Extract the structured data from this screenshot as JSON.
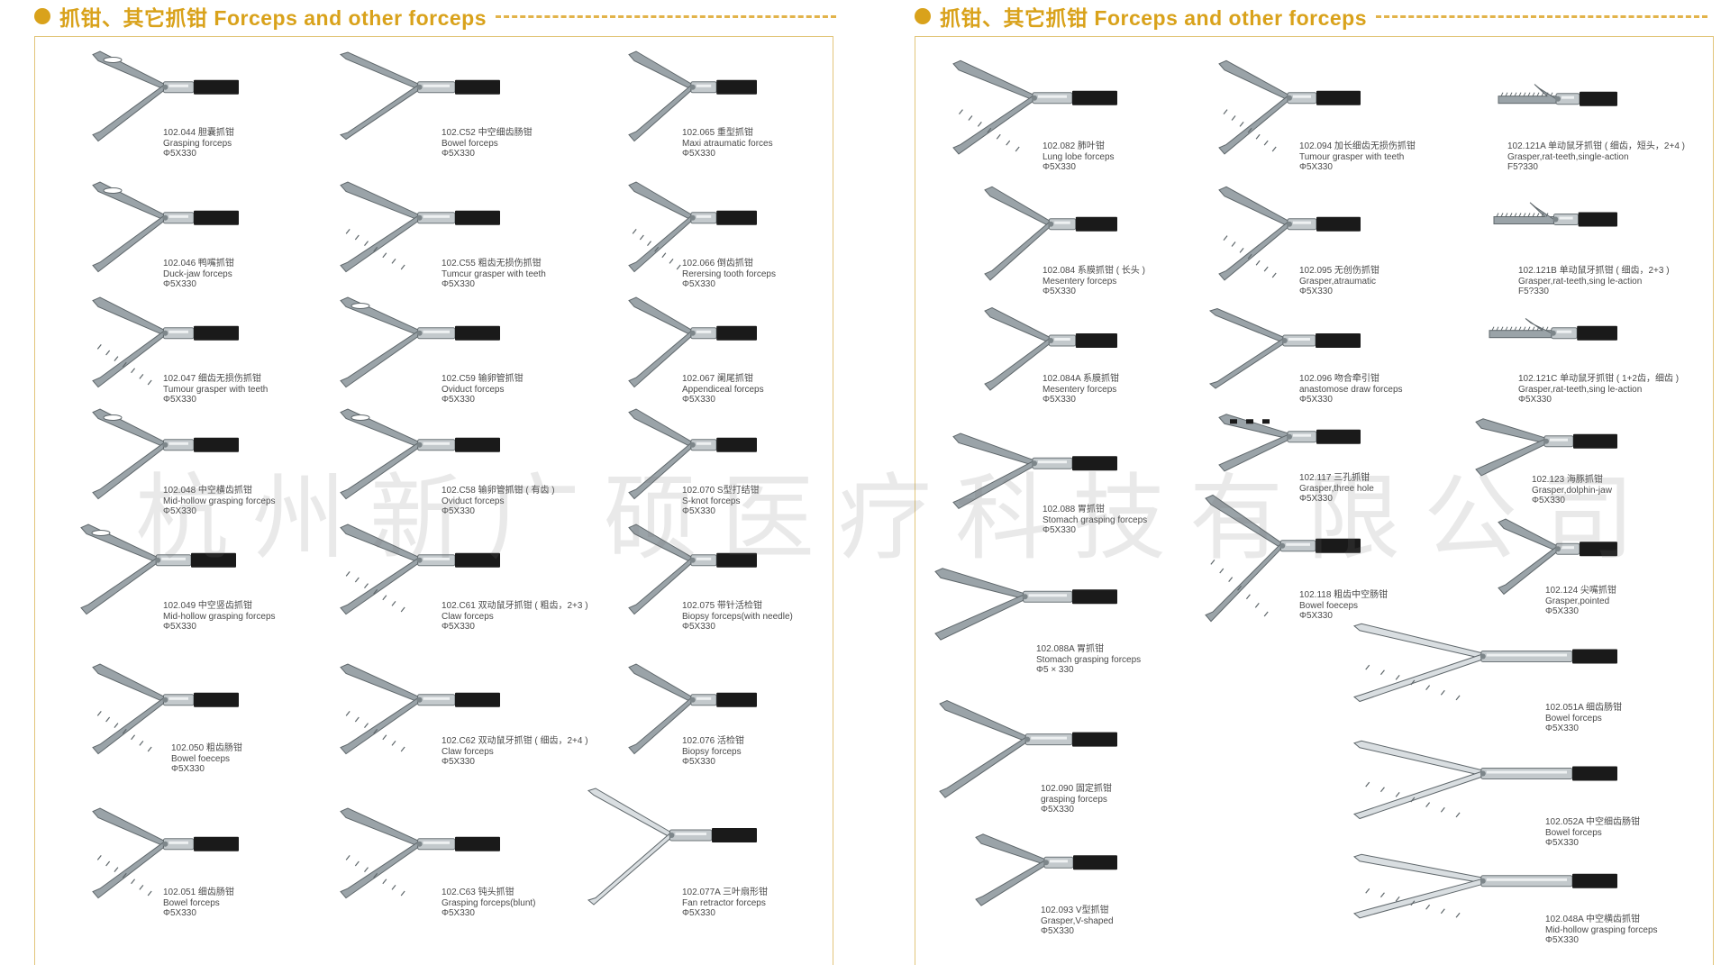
{
  "colors": {
    "accent": "#d9a21b",
    "border": "#e2c57a",
    "steel": "#9aa3a8",
    "handle": "#1a1a1a"
  },
  "header_left": {
    "title": "抓钳、其它抓钳  Forceps and other forceps"
  },
  "header_right": {
    "title": "抓钳、其它抓钳  Forceps and other forceps"
  },
  "watermark": "杭州新广硕医疗科技有限公司",
  "items": [
    {
      "code": "102.044  胆囊抓钳",
      "name": "Grasping forceps",
      "size": "Φ5X330",
      "shape": "fenestrated"
    },
    {
      "code": "102.C52 中空细齿肠钳",
      "name": "Bowel forceps",
      "size": "Φ5X330",
      "shape": "long"
    },
    {
      "code": "102.065   重型抓钳",
      "name": "Maxi atraumatic forces",
      "size": "Φ5X330",
      "shape": "heavy"
    },
    {
      "code": "102.046 鸭嘴抓钳",
      "name": "Duck-jaw forceps",
      "size": "Φ5X330",
      "shape": "duck"
    },
    {
      "code": "102.C55  粗齿无损伤抓钳",
      "name": "Tumcur grasper with teeth",
      "size": "Φ5X330",
      "shape": "teeth"
    },
    {
      "code": "102.066   倒齿抓钳",
      "name": "Rerersing tooth forceps",
      "size": "Φ5X330",
      "shape": "teeth"
    },
    {
      "code": "102.047 细齿无损伤抓钳",
      "name": "Tumour grasper with teeth",
      "size": "Φ5X330",
      "shape": "teeth"
    },
    {
      "code": "102.C59  输卵管抓钳",
      "name": "Oviduct forceps",
      "size": "Φ5X330",
      "shape": "fenestrated"
    },
    {
      "code": "102.067  阑尾抓钳",
      "name": "Appendiceal forceps",
      "size": "Φ5X330",
      "shape": "standard"
    },
    {
      "code": "102.048   中空横齿抓钳",
      "name": "Mid-hollow grasping forceps",
      "size": "Φ5X330",
      "shape": "hollow"
    },
    {
      "code": "102.C58  输卵管抓钳 ( 有齿 )",
      "name": "Oviduct forceps",
      "size": "Φ5X330",
      "shape": "fenestrated"
    },
    {
      "code": "102.070  S型打结钳",
      "name": "S-knot forceps",
      "size": "Φ5X330",
      "shape": "standard"
    },
    {
      "code": "102.049 中空竖齿抓钳",
      "name": "Mid-hollow grasping forceps",
      "size": "Φ5X330",
      "shape": "hollow"
    },
    {
      "code": "102.C61   双动鼠牙抓钳 ( 粗齿，2+3 )",
      "name": "Claw forceps",
      "size": "Φ5X330",
      "shape": "claw"
    },
    {
      "code": "102.075   带针活检钳",
      "name": "Biopsy forceps(with needle)",
      "size": "Φ5X330",
      "shape": "standard"
    },
    {
      "code": "102.050  粗齿肠钳",
      "name": "Bowel foeceps",
      "size": "Φ5X330",
      "shape": "teeth"
    },
    {
      "code": "102.C62   双动鼠牙抓钳 ( 细齿，2+4 )",
      "name": "Claw forceps",
      "size": "Φ5X330",
      "shape": "claw"
    },
    {
      "code": "102.076  活检钳",
      "name": "Biopsy forceps",
      "size": "Φ5X330",
      "shape": "standard"
    },
    {
      "code": "102.051 细齿肠钳",
      "name": "Bowel forceps",
      "size": "Φ5X330",
      "shape": "teeth"
    },
    {
      "code": "102.C63 钝头抓钳",
      "name": "Grasping forceps(blunt)",
      "size": "Φ5X330",
      "shape": "teeth"
    },
    {
      "code": "102.077A  三叶扇形钳",
      "name": "Fan retractor forceps",
      "size": "Φ5X330",
      "shape": "fan"
    },
    {
      "code": "102.082 肺叶钳",
      "name": "Lung lobe forceps",
      "size": "Φ5X330",
      "shape": "teeth"
    },
    {
      "code": "102.094   加长细齿无损伤抓钳",
      "name": "Tumour  grasper  with teeth",
      "size": "Φ5X330",
      "shape": "teeth"
    },
    {
      "code": "102.121A  单动鼠牙抓钳 ( 细齿，短头，2+4 )",
      "name": "Grasper,rat-teeth,single-action",
      "size": "F5?330",
      "shape": "rat"
    },
    {
      "code": "102.084   系膜抓钳 ( 长头 )",
      "name": "Mesentery forceps",
      "size": "Φ5X330",
      "shape": "curved"
    },
    {
      "code": "102.095 无创伤抓钳",
      "name": "Grasper,atraumatic",
      "size": "Φ5X330",
      "shape": "teeth"
    },
    {
      "code": "102.121B  单动鼠牙抓钳 ( 细齿，2+3 )",
      "name": "Grasper,rat-teeth,sing le-action",
      "size": "F5?330",
      "shape": "rat"
    },
    {
      "code": "102.084A   系膜抓钳",
      "name": "Mesentery forceps",
      "size": "Φ5X330",
      "shape": "curved"
    },
    {
      "code": "102.096 吻合牵引钳",
      "name": "anastomose draw forceps",
      "size": "Φ5X330",
      "shape": "long"
    },
    {
      "code": "102.121C  单动鼠牙抓钳 ( 1+2齿，细齿 )",
      "name": "Grasper,rat-teeth,sing le-action",
      "size": "Φ5X330",
      "shape": "rat"
    },
    {
      "code": "102.088   胃抓钳",
      "name": "Stomach grasping forceps",
      "size": "Φ5X330",
      "shape": "standard"
    },
    {
      "code": "102.117 三孔抓钳",
      "name": "Grasper,three hole",
      "size": "Φ5X330",
      "shape": "threehole"
    },
    {
      "code": "102.123 海豚抓钳",
      "name": "Grasper,dolphin-jaw",
      "size": "Φ5X330",
      "shape": "standard"
    },
    {
      "code": "102.088A 胃抓钳",
      "name": "Stomach grasping forceps",
      "size": "Φ5 × 330",
      "shape": "curvedlong"
    },
    {
      "code": "102.118 粗齿中空肠钳",
      "name": "Bowel  foeceps",
      "size": "Φ5X330",
      "shape": "teeth"
    },
    {
      "code": "102.124 尖嘴抓钳",
      "name": "Grasper,pointed",
      "size": "Φ5X330",
      "shape": "standard"
    },
    {
      "code": "102.051A  细齿肠钳",
      "name": "Bowel forceps",
      "size": "Φ5X330",
      "shape": "longwhite"
    },
    {
      "code": "102.090   固定抓钳",
      "name": "grasping forceps",
      "size": "Φ5X330",
      "shape": "standard"
    },
    {
      "code": "102.052A  中空细齿肠钳",
      "name": "Bowel forceps",
      "size": "Φ5X330",
      "shape": "longwhite"
    },
    {
      "code": "102.093 V型抓钳",
      "name": "Grasper,V-shaped",
      "size": "Φ5X330",
      "shape": "standard"
    },
    {
      "code": "102.048A   中空横齿抓钳",
      "name": "Mid-hollow grasping forceps",
      "size": "Φ5X330",
      "shape": "longwhite"
    }
  ]
}
